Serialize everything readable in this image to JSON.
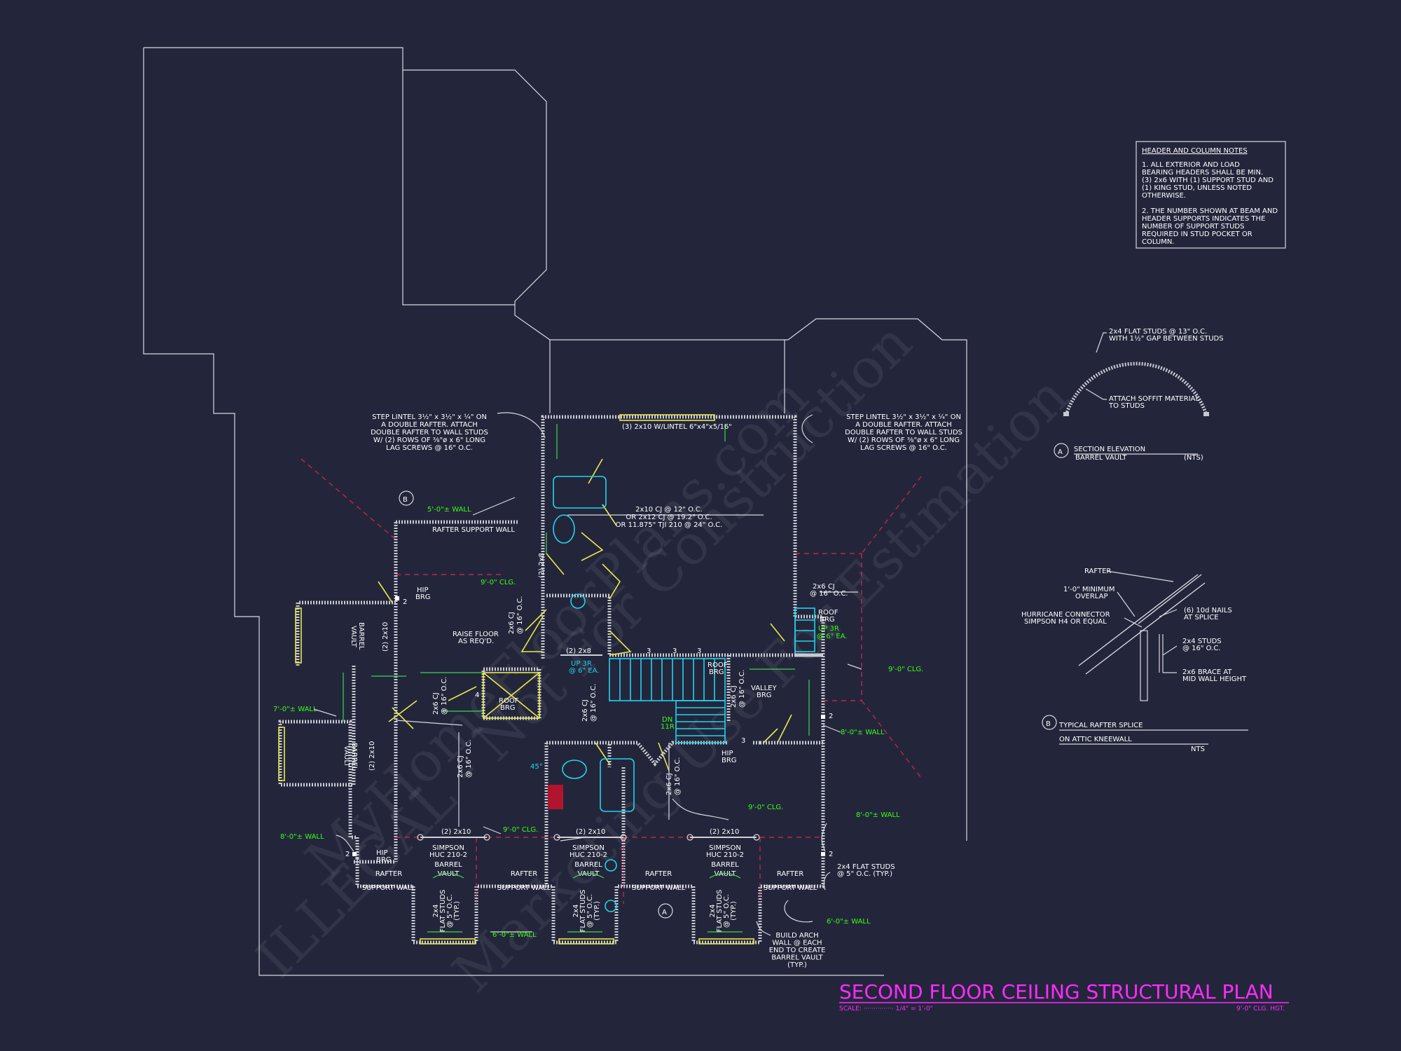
{
  "watermark": [
    "MyHomeFloorPlans.com",
    "ILLEGAL - Not For Construction",
    "Marketing Use For Estimation"
  ],
  "notes_box": {
    "title": "HEADER AND COLUMN NOTES",
    "lines": [
      "1. ALL EXTERIOR AND LOAD",
      "BEARING HEADERS SHALL BE MIN.",
      "(3) 2x6 WITH (1) SUPPORT STUD AND",
      "(1) KING STUD, UNLESS NOTED",
      "OTHERWISE.",
      "",
      "2. THE NUMBER SHOWN AT BEAM AND",
      "HEADER SUPPORTS INDICATES THE",
      "NUMBER OF SUPPORT STUDS",
      "REQUIRED IN STUD POCKET OR",
      "COLUMN."
    ]
  },
  "detail_a": {
    "bubble": "A",
    "title": "SECTION ELEVATION",
    "subtitle": "BARREL VAULT",
    "nts": "(NTS)",
    "note1a": "2x4 FLAT STUDS @ 13\" O.C.",
    "note1b": "WITH 1½\" GAP BETWEEN STUDS",
    "note2a": "ATTACH SOFFIT MATERIAL",
    "note2b": "TO STUDS"
  },
  "detail_b": {
    "bubble": "B",
    "title1": "TYPICAL RAFTER SPLICE",
    "title2": "ON ATTIC KNEEWALL",
    "nts": "NTS",
    "rafter": "RAFTER",
    "overlap1": "1'-0\" MINIMUM",
    "overlap2": "OVERLAP",
    "hurricane1": "HURRICANE CONNECTOR",
    "hurricane2": "SIMPSON H4 OR EQUAL",
    "nails1": "(6) 10d NAILS",
    "nails2": "AT SPLICE",
    "studs1": "2x4 STUDS",
    "studs2": "@ 16\" O.C.",
    "brace1": "2x6 BRACE AT",
    "brace2": "MID WALL HEIGHT"
  },
  "plan": {
    "step_lintel_left": [
      "STEP LINTEL 3½\" x 3½\" x ¼\" ON",
      "A DOUBLE RAFTER.  ATTACH",
      "DOUBLE RAFTER TO WALL STUDS",
      "W/ (2) ROWS OF ⅜\"ø x 6\" LONG",
      "LAG SCREWS @ 16\" O.C."
    ],
    "step_lintel_right": [
      "STEP LINTEL 3½\" x 3½\" x ¼\" ON",
      "A DOUBLE RAFTER.  ATTACH",
      "DOUBLE RAFTER TO WALL STUDS",
      "W/ (2) ROWS OF ⅜\"ø x 6\" LONG",
      "LAG SCREWS @ 16\" O.C."
    ],
    "lintel_top": "(3) 2x10 W/LINTEL 6\"x4\"x5/16\"",
    "cj_main": [
      "2x10 CJ @ 12\" O.C.",
      "OR 2x12 CJ @ 19.2\" O.C.",
      "OR 11.875\" TJI 210 @ 24\" O.C."
    ],
    "bubble_b": "B",
    "wall_5_top": "5'-0\"± WALL",
    "rafter_support_top": "RAFTER SUPPORT WALL",
    "clg_9_a": "9'-0\" CLG.",
    "hip_brg_1": [
      "HIP",
      "BRG"
    ],
    "raise_floor": [
      "RAISE FLOOR",
      "AS REQ'D."
    ],
    "barrel_vault_left": [
      "BARREL",
      "VAULT"
    ],
    "barrel_vault_left2": [
      "BARREL",
      "VAULT"
    ],
    "wall_7": "7'-0\"± WALL",
    "roof_brg_1": [
      "ROOF",
      "BRG"
    ],
    "roof_brg_2": [
      "ROOF",
      "BRG"
    ],
    "roof_brg_3": [
      "ROOF",
      "BRG"
    ],
    "valley_brg": [
      "VALLEY",
      "BRG"
    ],
    "hip_brg_2": [
      "HIP",
      "BRG"
    ],
    "hip_brg_3": [
      "HIP",
      "BRG"
    ],
    "up3r_1": [
      "UP 3R",
      "@ 6\" EA."
    ],
    "up3r_2": [
      "UP 3R",
      "@ 6\" EA."
    ],
    "dn": [
      "DN",
      "11R"
    ],
    "cj_right": [
      "2x6 CJ",
      "@ 16\" O.C."
    ],
    "clg_9_b": "9'-0\" CLG.",
    "clg_9_c": "9'-0\" CLG.",
    "clg_9_d": "9'-0\" CLG.",
    "wall_8_a": "8'-0\"± WALL",
    "wall_8_b": "8'-0\"± WALL",
    "wall_8_c": "8'-0\"± WALL",
    "wall_6_a": "6'-0\"± WALL",
    "wall_6_b": "6'-0\"± WALL",
    "header_2x10": [
      "(2) 2x10",
      "(2) 2x10",
      "(2) 2x10"
    ],
    "simpson": [
      "SIMPSON",
      "HUC 210-2"
    ],
    "barrel_vault": [
      "BARREL",
      "VAULT"
    ],
    "rafter_support": [
      "RAFTER",
      "SUPPORT WALL"
    ],
    "flat_studs_note": [
      "2x4 FLAT STUDS",
      "@ 5\" O.C. (TYP.)"
    ],
    "flat_studs_rot": [
      "2x4",
      "FLAT STUDS",
      "@ 5\" O.C.",
      "(TYP.)"
    ],
    "arch_note": [
      "BUILD ARCH",
      "WALL @ EACH",
      "END TO CREATE",
      "BARREL VAULT",
      "(TYP.)"
    ],
    "bubble_a": "A",
    "cj_vert": [
      "2x6 CJ",
      "@ 16\" O.C."
    ],
    "header_2x8": "(2) 2x8",
    "header_2x10_v": "(2) 2x10",
    "angle": "45°",
    "studs_3": "3",
    "studs_2": "2",
    "studs_4": "4"
  },
  "title_block": {
    "title": "SECOND FLOOR CEILING STRUCTURAL PLAN",
    "scale_label": "SCALE: ··············· 1/4\" = 1'-0\"",
    "clg_hgt": "9'-0\" CLG. HGT."
  }
}
